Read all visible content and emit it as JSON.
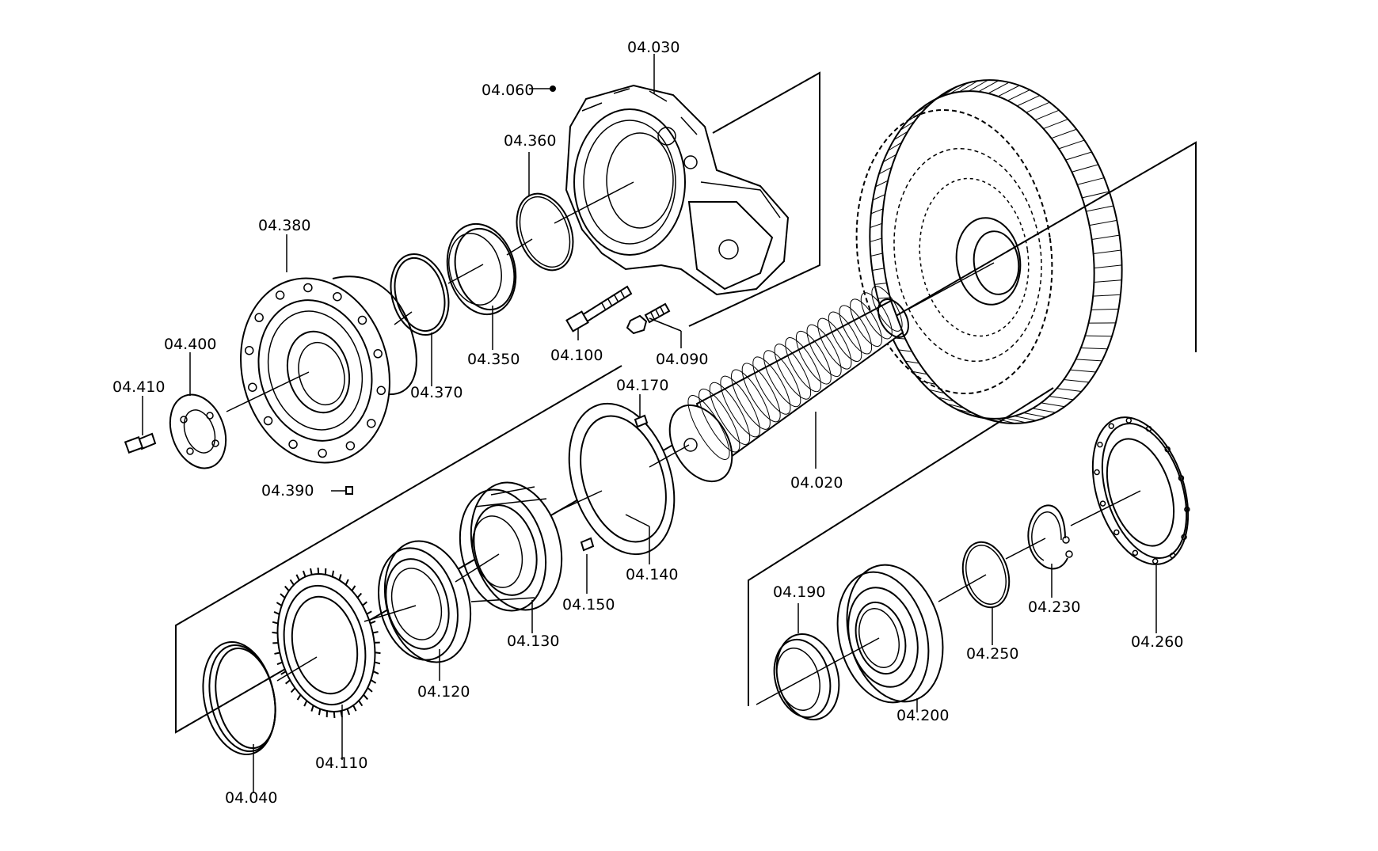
{
  "labels": {
    "l04030": "04.030",
    "l04060": "04.060",
    "l04360": "04.360",
    "l04380": "04.380",
    "l04350": "04.350",
    "l04100": "04.100",
    "l04090": "04.090",
    "l04370": "04.370",
    "l04400": "04.400",
    "l04410": "04.410",
    "l04390": "04.390",
    "l04170": "04.170",
    "l04020": "04.020",
    "l04140": "04.140",
    "l04150": "04.150",
    "l04130": "04.130",
    "l04120": "04.120",
    "l04110": "04.110",
    "l04040": "04.040",
    "l04190": "04.190",
    "l04200": "04.200",
    "l04250": "04.250",
    "l04230": "04.230",
    "l04260": "04.260"
  },
  "colors": {
    "line": "#000000",
    "background": "#ffffff"
  }
}
